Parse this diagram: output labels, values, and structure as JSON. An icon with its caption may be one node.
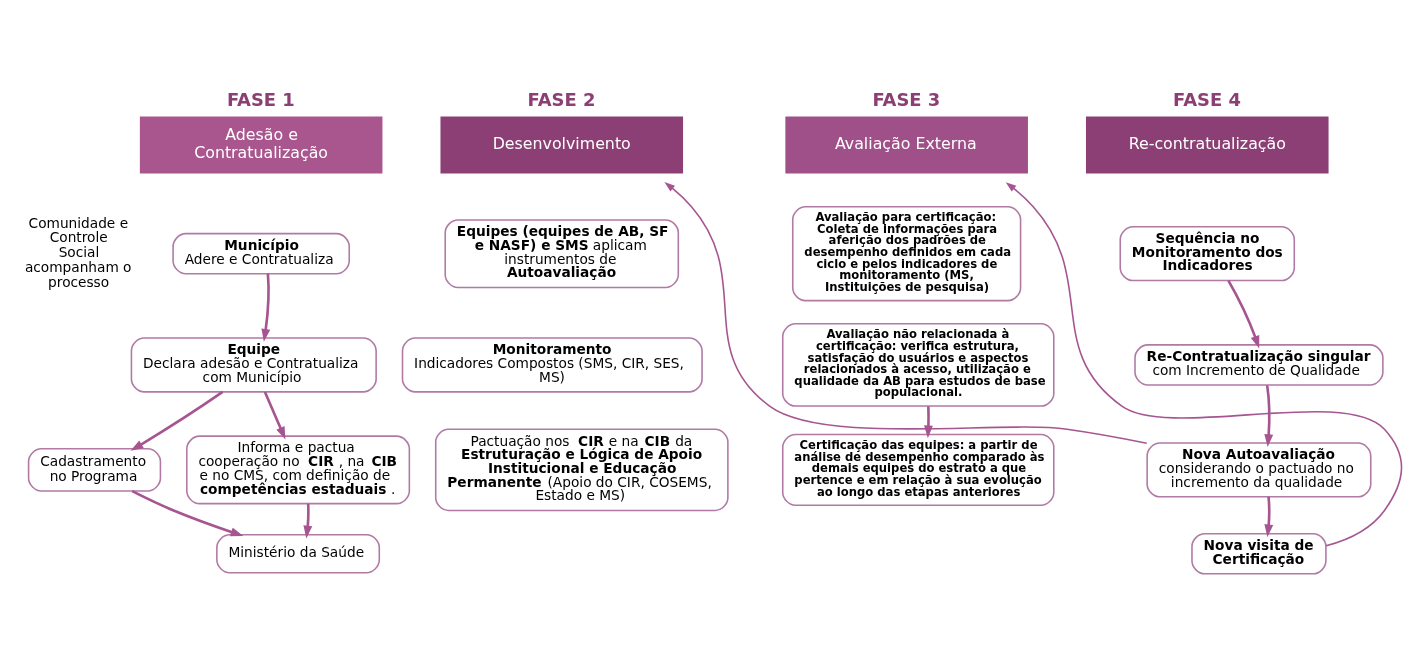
{
  "diagram": {
    "nodes": [
      {
        "text": [
          "FASE 1",
          "Adesão e Contratualização"
        ]
      },
      {
        "text": [
          "FASE 2",
          "Desenvolvimento"
        ]
      },
      {
        "text": [
          "FASE 3",
          "Avaliação Externa"
        ]
      },
      {
        "text": [
          "FASE 4",
          "Re-contratualização"
        ]
      },
      {
        "text": [
          "Município",
          "Adere e Contratualiza"
        ]
      },
      {
        "text": [
          "Equipe",
          "Declara adesão e Contratualiza com Município"
        ]
      },
      {
        "text": [
          "Cadastramento no Programa"
        ]
      },
      {
        "text": [
          "Informa e pactua cooperação no **CIR**, na **CIB** e no CMS, com definição de **competências estaduais**."
        ]
      },
      {
        "text": [
          "Ministério da Saúde"
        ]
      },
      {
        "text": [
          "**Equipes (equipes de AB, SF e NASF) e SMS** aplicam instrumentos de **Autoavaliação**"
        ]
      },
      {
        "text": [
          "Monitoramento",
          "Indicadores Compostos (SMS, CIR, SES, MS)"
        ]
      },
      {
        "text": [
          "Pactuação nos **CIR** e na **CIB** da **Estruturação e Lógica de Apoio Institucional e Educação Permanente** (Apoio do CIR, COSEMS, Estado e MS)"
        ]
      },
      {
        "text": [
          "Avaliação para certificação: Coleta de informações para aferição dos padrões de desempenho definidos em cada ciclo e pelos indicadores de monitoramento (MS, Instituições de pesquisa)"
        ]
      },
      {
        "text": [
          "Avaliação não relacionada à certificação: verifica estrutura, satisfação do usuários e aspectos relacionados à acesso, utilização e qualidade da AB para estudos de base populacional."
        ]
      },
      {
        "text": [
          "Certificação das equipes: a partir de análise de desempenho comparado às demais equipes do estrato a que pertence e em relação à sua evolução ao longo das etapas anteriores"
        ]
      },
      {
        "text": [
          "Sequência no Monitoramento dos Indicadores"
        ]
      },
      {
        "text": [
          "**Re-Contratualização singular** com Incremento de Qualidade"
        ]
      },
      {
        "text": [
          "Nova Autoavaliação",
          "considerando o pactuado no incremento da qualidade"
        ]
      },
      {
        "text": [
          "Nova visita de Certificação"
        ]
      }
    ],
    "edges": [
      {
        "from": 4,
        "to": 5,
        "arrow": "to"
      },
      {
        "from": 5,
        "to": 6,
        "arrow": "to"
      },
      {
        "from": 5,
        "to": 7,
        "arrow": "to"
      },
      {
        "from": 6,
        "to": 8,
        "arrow": "to"
      },
      {
        "from": 7,
        "to": 8,
        "arrow": "to"
      },
      {
        "from": 13,
        "to": 14,
        "arrow": "to"
      },
      {
        "from": 15,
        "to": 16,
        "arrow": "to"
      },
      {
        "from": 16,
        "to": 17,
        "arrow": "to"
      },
      {
        "from": 17,
        "to": 18,
        "arrow": "to"
      },
      {
        "from": 18,
        "to": 2,
        "arrow": "to"
      },
      {
        "from": 17,
        "to": 1,
        "arrow": "to"
      }
    ],
    "labels": [
      "Comunidade e Controle Social acompanham o processo"
    ]
  }
}
